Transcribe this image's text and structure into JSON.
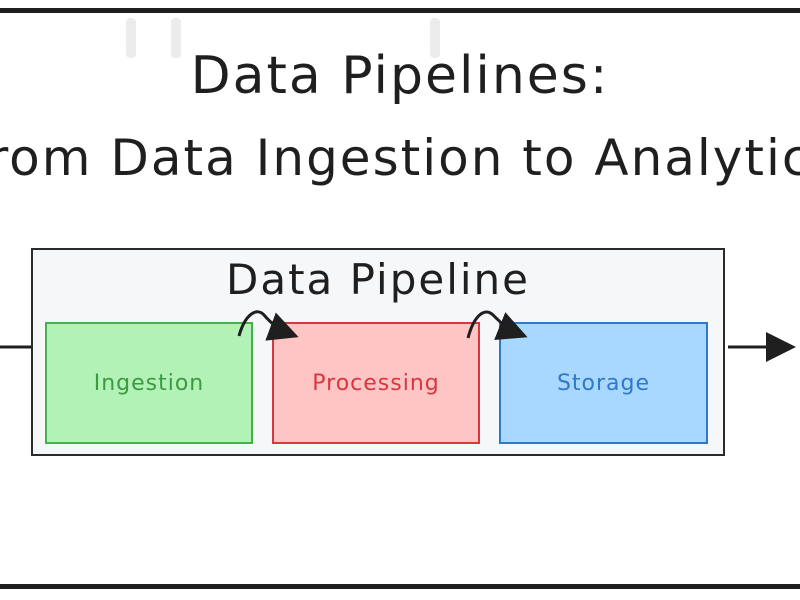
{
  "title": {
    "line1": "Data Pipelines:",
    "line2": "From Data Ingestion to Analytics"
  },
  "pipeline": {
    "label": "Data Pipeline",
    "stages": [
      {
        "label": "Ingestion",
        "fill": "#b3f2b7",
        "stroke": "#45b04c",
        "text_color": "#3b9a42"
      },
      {
        "label": "Processing",
        "fill": "#ffc4c4",
        "stroke": "#d9363e",
        "text_color": "#d9363e"
      },
      {
        "label": "Storage",
        "fill": "#a8d8ff",
        "stroke": "#2f79c7",
        "text_color": "#2f79c7"
      }
    ]
  },
  "colors": {
    "ink": "#1f1f1f",
    "container_fill": "#f6f7f9"
  }
}
